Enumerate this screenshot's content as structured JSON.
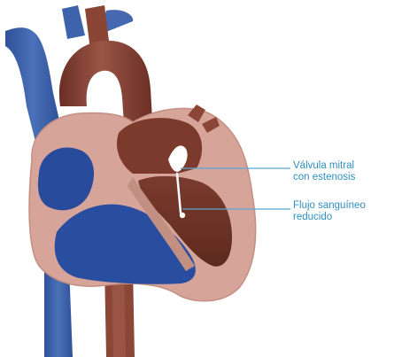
{
  "diagram": {
    "callouts": [
      {
        "id": "mitral-valve",
        "lines": [
          "Válvula mitral",
          "con estenosis"
        ]
      },
      {
        "id": "reduced-flow",
        "lines": [
          "Flujo sanguíneo",
          "reducido"
        ]
      }
    ],
    "colors": {
      "background": "#ffffff",
      "vein_blue": "#3d63ad",
      "vein_blue_dark": "#2c4c8e",
      "chamber_blue": "#284b9c",
      "aorta_red": "#7b3a2c",
      "chamber_red": "#6e3426",
      "myocardium_pink": "#d7a49a",
      "callout_line": "#5aa8d2",
      "callout_text": "#2f8fbf",
      "valve_white": "#ffffff"
    }
  }
}
